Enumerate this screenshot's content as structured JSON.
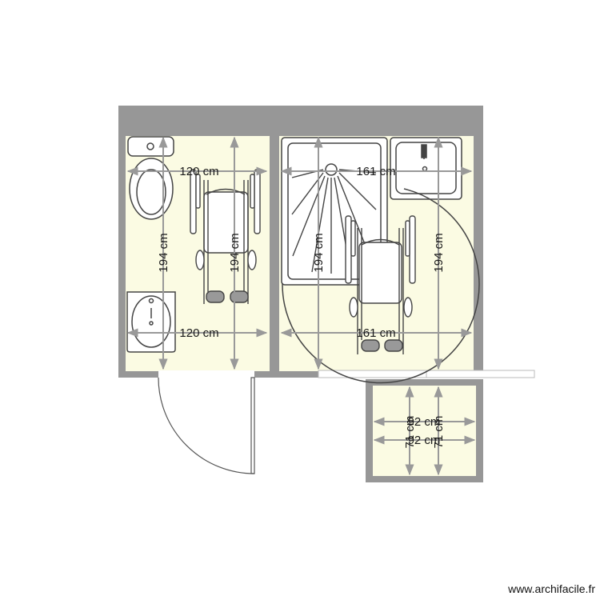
{
  "plan": {
    "wc_width": "120 cm",
    "wc_width_bottom": "120 cm",
    "wc_height": "194 cm",
    "wc_inner_height": "194 cm",
    "bath_width": "161 cm",
    "bath_width_bottom": "161 cm",
    "bath_height": "194 cm",
    "bath_inner_height": "194 cm",
    "small_width": "92 cm",
    "small_width_b": "92 cm",
    "small_height": "71 cm",
    "small_height_b": "71 cm"
  },
  "credit": "www.archifacile.fr",
  "colors": {
    "wall": "#979797",
    "floor": "#fbfbe3",
    "dimension": "#999999",
    "fixture": "#444444"
  }
}
